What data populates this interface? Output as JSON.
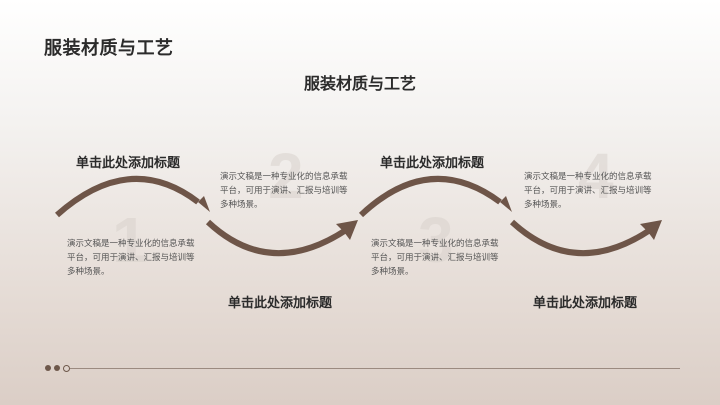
{
  "slide_title": "服装材质与工艺",
  "center_title": "服装材质与工艺",
  "colors": {
    "accent": "#6e5548",
    "text": "#2b2b2b",
    "number": "#d9d2cd"
  },
  "steps": [
    {
      "number": "1",
      "title": "单击此处添加标题",
      "desc": "演示文稿是一种专业化的信息承载平台，可用于演讲、汇报与培训等多种场景。"
    },
    {
      "number": "2",
      "title": "单击此处添加标题",
      "desc": "演示文稿是一种专业化的信息承载平台，可用于演讲、汇报与培训等多种场景。"
    },
    {
      "number": "3",
      "title": "单击此处添加标题",
      "desc": "演示文稿是一种专业化的信息承载平台，可用于演讲、汇报与培训等多种场景。"
    },
    {
      "number": "4",
      "title": "单击此处添加标题",
      "desc": "演示文稿是一种专业化的信息承载平台，可用于演讲、汇报与培训等多种场景。"
    }
  ],
  "footer": {
    "dots": [
      "filled",
      "filled",
      "hollow"
    ]
  }
}
